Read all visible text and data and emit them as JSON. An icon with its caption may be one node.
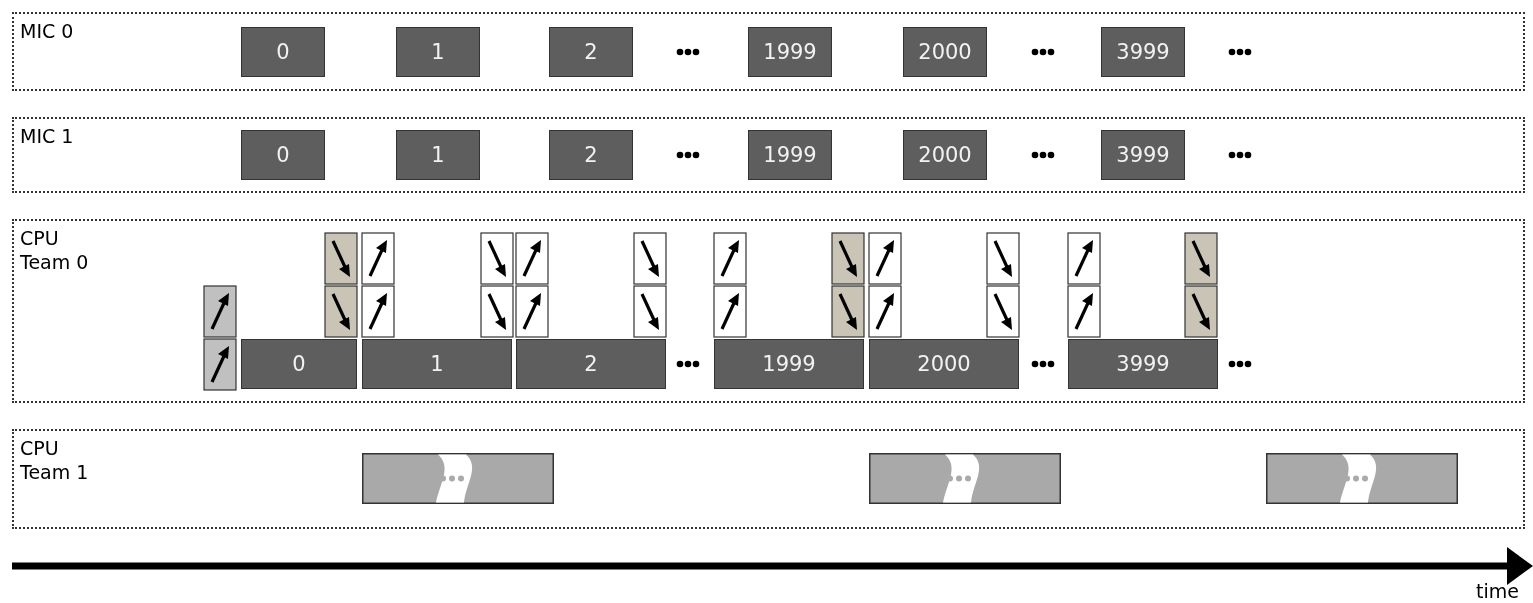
{
  "diagram": {
    "nodes": [
      {
        "text": [
          "MIC 0"
        ]
      },
      {
        "text": [
          "0"
        ],
        "in": 0
      },
      {
        "text": [
          "1"
        ],
        "in": 0
      },
      {
        "text": [
          "2"
        ],
        "in": 0
      },
      {
        "text": [
          "1999"
        ],
        "in": 0
      },
      {
        "text": [
          "2000"
        ],
        "in": 0
      },
      {
        "text": [
          "3999"
        ],
        "in": 0
      },
      {
        "text": [
          "MIC 1"
        ]
      },
      {
        "text": [
          "0"
        ],
        "in": 7
      },
      {
        "text": [
          "1"
        ],
        "in": 7
      },
      {
        "text": [
          "2"
        ],
        "in": 7
      },
      {
        "text": [
          "1999"
        ],
        "in": 7
      },
      {
        "text": [
          "2000"
        ],
        "in": 7
      },
      {
        "text": [
          "3999"
        ],
        "in": 7
      },
      {
        "text": [
          "CPU Team 0"
        ]
      },
      {
        "text": [
          "0"
        ],
        "in": 14
      },
      {
        "text": [
          "1"
        ],
        "in": 14
      },
      {
        "text": [
          "2"
        ],
        "in": 14
      },
      {
        "text": [
          "1999"
        ],
        "in": 14
      },
      {
        "text": [
          "2000"
        ],
        "in": 14
      },
      {
        "text": [
          "3999"
        ],
        "in": 14
      },
      {
        "text": [
          "CPU Team 1"
        ]
      },
      {
        "text": [],
        "shape": "bar",
        "in": 21
      },
      {
        "text": [],
        "shape": "bar",
        "in": 21
      },
      {
        "text": [],
        "shape": "bar",
        "in": 21
      }
    ],
    "edges": [],
    "labels": [
      "time"
    ]
  }
}
